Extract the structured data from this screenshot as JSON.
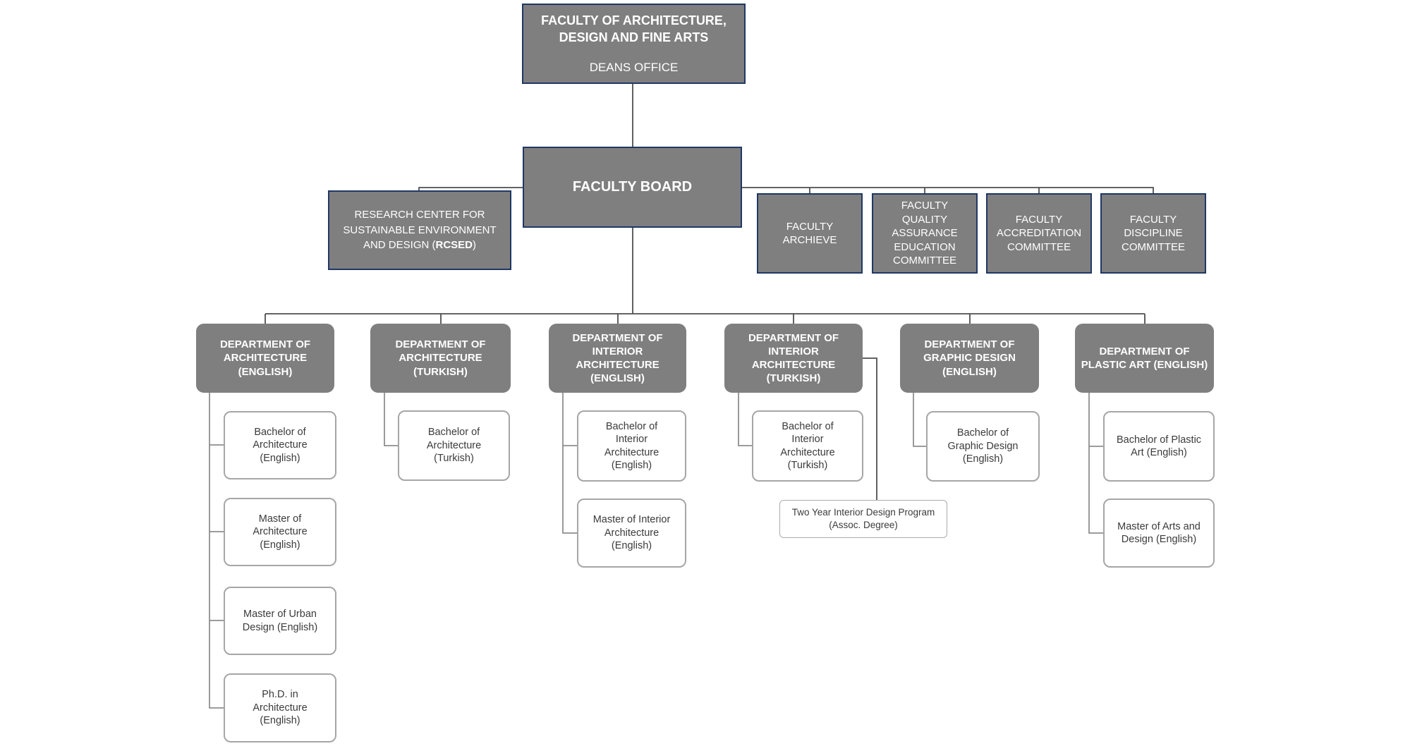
{
  "palette": {
    "node_fill_gray": "#7f7f7f",
    "node_border_navy": "#1f3864",
    "program_border_gray": "#a6a6a6",
    "connector_main": "#4f4f4f",
    "connector_child": "#8f8f8f",
    "text_light": "#ffffff",
    "text_dark": "#3b3b3b",
    "background": "#ffffff"
  },
  "nodes": {
    "deans_office": {
      "title": "FACULTY OF ARCHITECTURE,\nDESIGN AND FINE ARTS",
      "subtitle": "DEANS OFFICE"
    },
    "faculty_board": {
      "label": "FACULTY BOARD"
    },
    "research_center": {
      "text_prefix": "RESEARCH CENTER FOR\nSUSTAINABLE ENVIRONMENT\nAND DESIGN (",
      "acronym": "RCSED",
      "text_suffix": ")"
    },
    "committees": [
      {
        "label": "FACULTY\nARCHIEVE"
      },
      {
        "label": "FACULTY\nQUALITY\nASSURANCE\nEDUCATION\nCOMMITTEE"
      },
      {
        "label": "FACULTY\nACCREDITATION\nCOMMITTEE"
      },
      {
        "label": "FACULTY\nDISCIPLINE\nCOMMITTEE"
      }
    ],
    "departments": [
      {
        "label": "DEPARTMENT OF\nARCHITECTURE\n(ENGLISH)",
        "programs": [
          "Bachelor of\nArchitecture\n(English)",
          "Master of\nArchitecture\n(English)",
          "Master of Urban\nDesign (English)",
          "Ph.D. in\nArchitecture\n(English)"
        ]
      },
      {
        "label": "DEPARTMENT OF\nARCHITECTURE\n(TURKISH)",
        "programs": [
          "Bachelor of\nArchitecture\n(Turkish)"
        ]
      },
      {
        "label": "DEPARTMENT OF\nINTERIOR\nARCHITECTURE\n(ENGLISH)",
        "programs": [
          "Bachelor of\nInterior\nArchitecture\n(English)",
          "Master of Interior\nArchitecture\n(English)"
        ]
      },
      {
        "label": "DEPARTMENT OF\nINTERIOR\nARCHITECTURE\n(TURKISH)",
        "programs": [
          "Bachelor of\nInterior\nArchitecture\n(Turkish)"
        ]
      },
      {
        "label": "DEPARTMENT OF\nGRAPHIC DESIGN\n(ENGLISH)",
        "programs": [
          "Bachelor of\nGraphic Design\n(English)"
        ]
      },
      {
        "label": "DEPARTMENT OF\nPLASTIC ART (ENGLISH)",
        "programs": [
          "Bachelor of Plastic\nArt (English)",
          "Master of Arts and\nDesign (English)"
        ]
      }
    ],
    "associate_program": {
      "label": "Two Year Interior Design Program\n(Assoc. Degree)"
    }
  }
}
